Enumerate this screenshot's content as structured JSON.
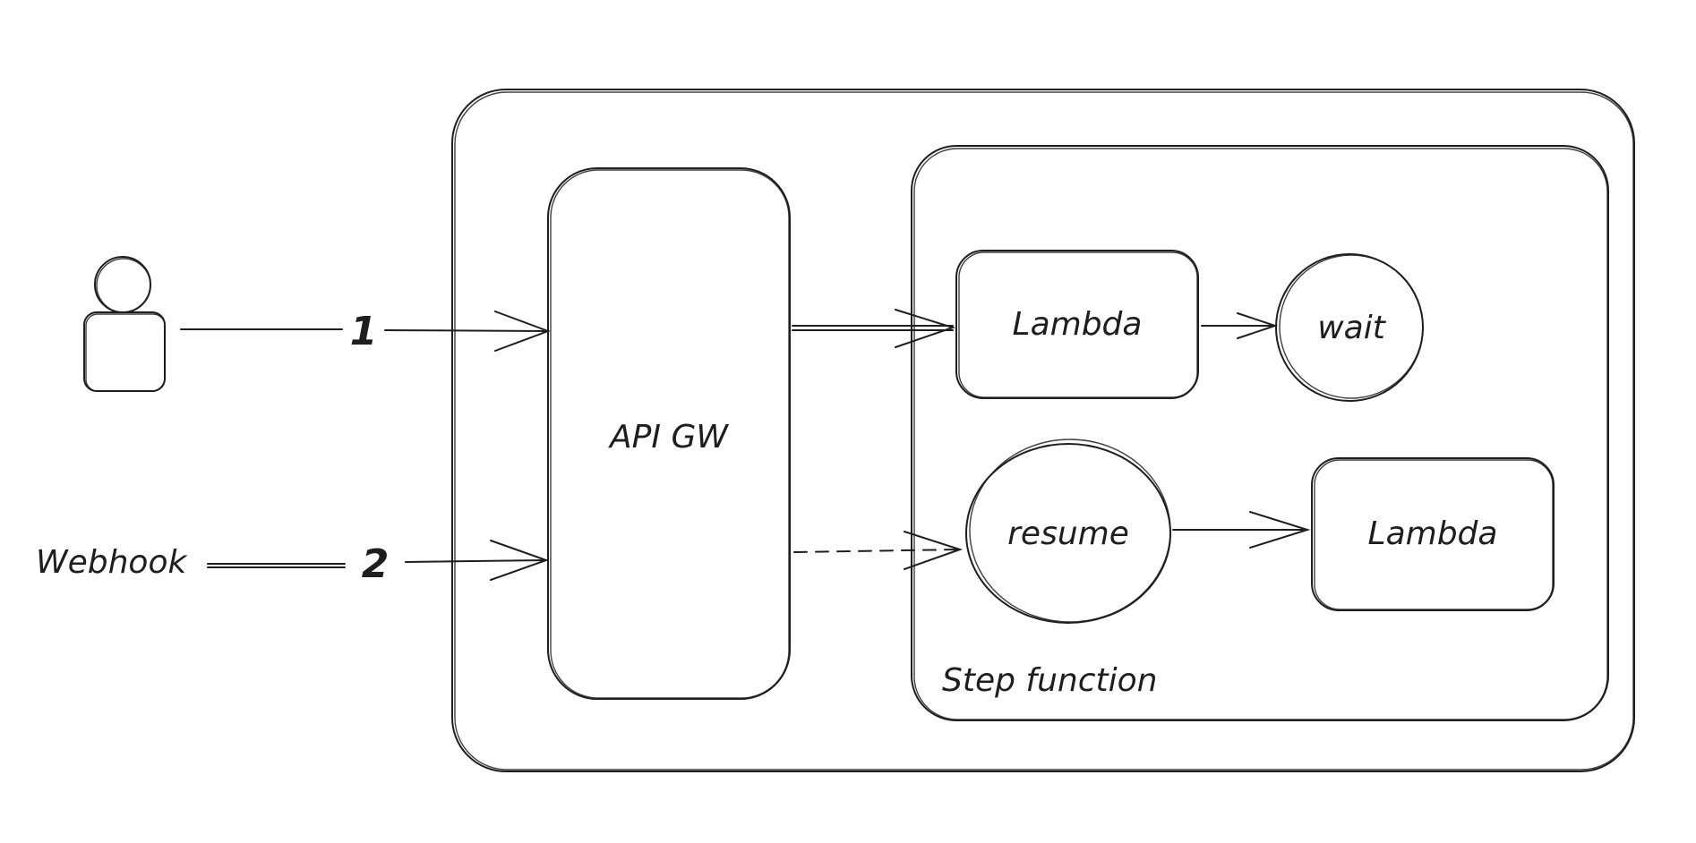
{
  "diagram": {
    "nodes": {
      "user": {
        "label": ""
      },
      "webhook": {
        "label": "Webhook"
      },
      "api_gw": {
        "label": "API GW"
      },
      "step_function": {
        "label": "Step function"
      },
      "lambda_1": {
        "label": "Lambda"
      },
      "wait": {
        "label": "wait"
      },
      "resume": {
        "label": "resume"
      },
      "lambda_2": {
        "label": "Lambda"
      }
    },
    "edges": {
      "step_1": {
        "label": "1",
        "from": "user",
        "to": "api_gw",
        "style": "solid"
      },
      "step_2": {
        "label": "2",
        "from": "webhook",
        "to": "api_gw",
        "style": "solid"
      },
      "gw_to_lambda": {
        "label": "",
        "from": "api_gw",
        "to": "lambda_1",
        "style": "solid"
      },
      "lambda_to_wait": {
        "label": "",
        "from": "lambda_1",
        "to": "wait",
        "style": "solid"
      },
      "gw_to_resume": {
        "label": "",
        "from": "api_gw",
        "to": "resume",
        "style": "dashed"
      },
      "resume_to_lambda": {
        "label": "",
        "from": "resume",
        "to": "lambda_2",
        "style": "solid"
      }
    }
  }
}
